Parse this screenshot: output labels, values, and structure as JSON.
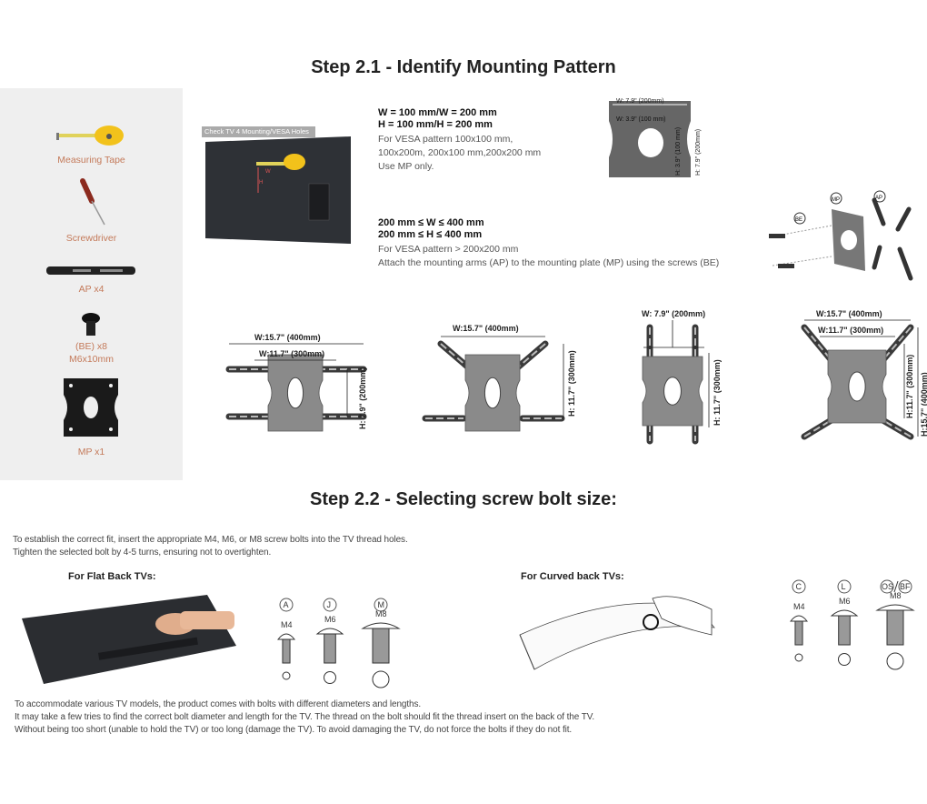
{
  "step21": {
    "title": "Step 2.1 - Identify Mounting Pattern",
    "tools": [
      {
        "label": "Measuring Tape"
      },
      {
        "label": "Screwdriver"
      },
      {
        "label": "AP x4"
      },
      {
        "label": "(BE) x8"
      },
      {
        "label": "M6x10mm"
      },
      {
        "label": "MP x1"
      }
    ],
    "tv_caption": "Check TV 4 Mounting/VESA Holes",
    "tv_marks": {
      "w": "W",
      "h": "H"
    },
    "small": {
      "line1": "W = 100 mm/W = 200 mm",
      "line2": "H = 100 mm/H = 200 mm",
      "desc1": "For VESA pattern  100x100 mm,",
      "desc2": "100x200m, 200x100 mm,200x200 mm",
      "desc3": "Use MP only.",
      "dims": {
        "w_outer": "W: 7.9\" (200mm)",
        "w_inner": "W: 3.9\" (100 mm)",
        "h_inner": "H: 3.9\" (100 mm)",
        "h_outer": "H: 7.9\" (200mm)"
      }
    },
    "large": {
      "line1": "200 mm ≤ W ≤ 400 mm",
      "line2": "200 mm ≤ H ≤ 400 mm",
      "desc1": "For VESA pattern > 200x200 mm",
      "desc2": "Attach the mounting arms (AP) to the mounting plate (MP) using the screws (BE)",
      "parts": {
        "mp": "MP",
        "ap": "AP",
        "be": "BE"
      }
    },
    "configs": [
      {
        "w1": "W:15.7\" (400mm)",
        "w2": "W:11.7\" (300mm)",
        "h": "H: 7.9\" (200mm)"
      },
      {
        "w1": "W:15.7\" (400mm)",
        "h": "H: 11.7\" (300mm)"
      },
      {
        "w1": "W: 7.9\" (200mm)",
        "h": "H: 11.7\" (300mm)"
      },
      {
        "w1": "W:15.7\" (400mm)",
        "w2": "W:11.7\" (300mm)",
        "h": "H:11.7\" (300mm)",
        "h2": "H:15.7\" (400mm)"
      }
    ]
  },
  "step22": {
    "title": "Step 2.2 - Selecting screw bolt size:",
    "intro1": "To establish the correct fit, insert the appropriate M4, M6, or M8 screw bolts into the TV thread holes.",
    "intro2": "Tighten the selected bolt by 4-5 turns, ensuring not to overtighten.",
    "flat_label": "For Flat Back TVs:",
    "curved_label": "For Curved back TVs:",
    "flat_bolts": [
      {
        "code": "A",
        "size": "M4"
      },
      {
        "code": "J",
        "size": "M6"
      },
      {
        "code": "M",
        "size": "M8"
      }
    ],
    "curved_bolts": [
      {
        "code": "C",
        "size": "M4"
      },
      {
        "code": "L",
        "size": "M6"
      },
      {
        "code": "OS",
        "code2": "BF",
        "size": "M8"
      }
    ],
    "outro1": "To accommodate various TV models, the product comes with bolts with different diameters and lengths.",
    "outro2": "It may take a few tries to find the correct bolt diameter and length for the TV. The thread on the bolt should fit the thread insert on the back of the TV.",
    "outro3": "Without being too short (unable to hold the TV) or too long (damage the TV). To avoid damaging the TV, do not force the bolts if they do not fit."
  },
  "colors": {
    "accent": "#c47a5a",
    "panel": "#efefef",
    "tape": "#f2c21b"
  }
}
